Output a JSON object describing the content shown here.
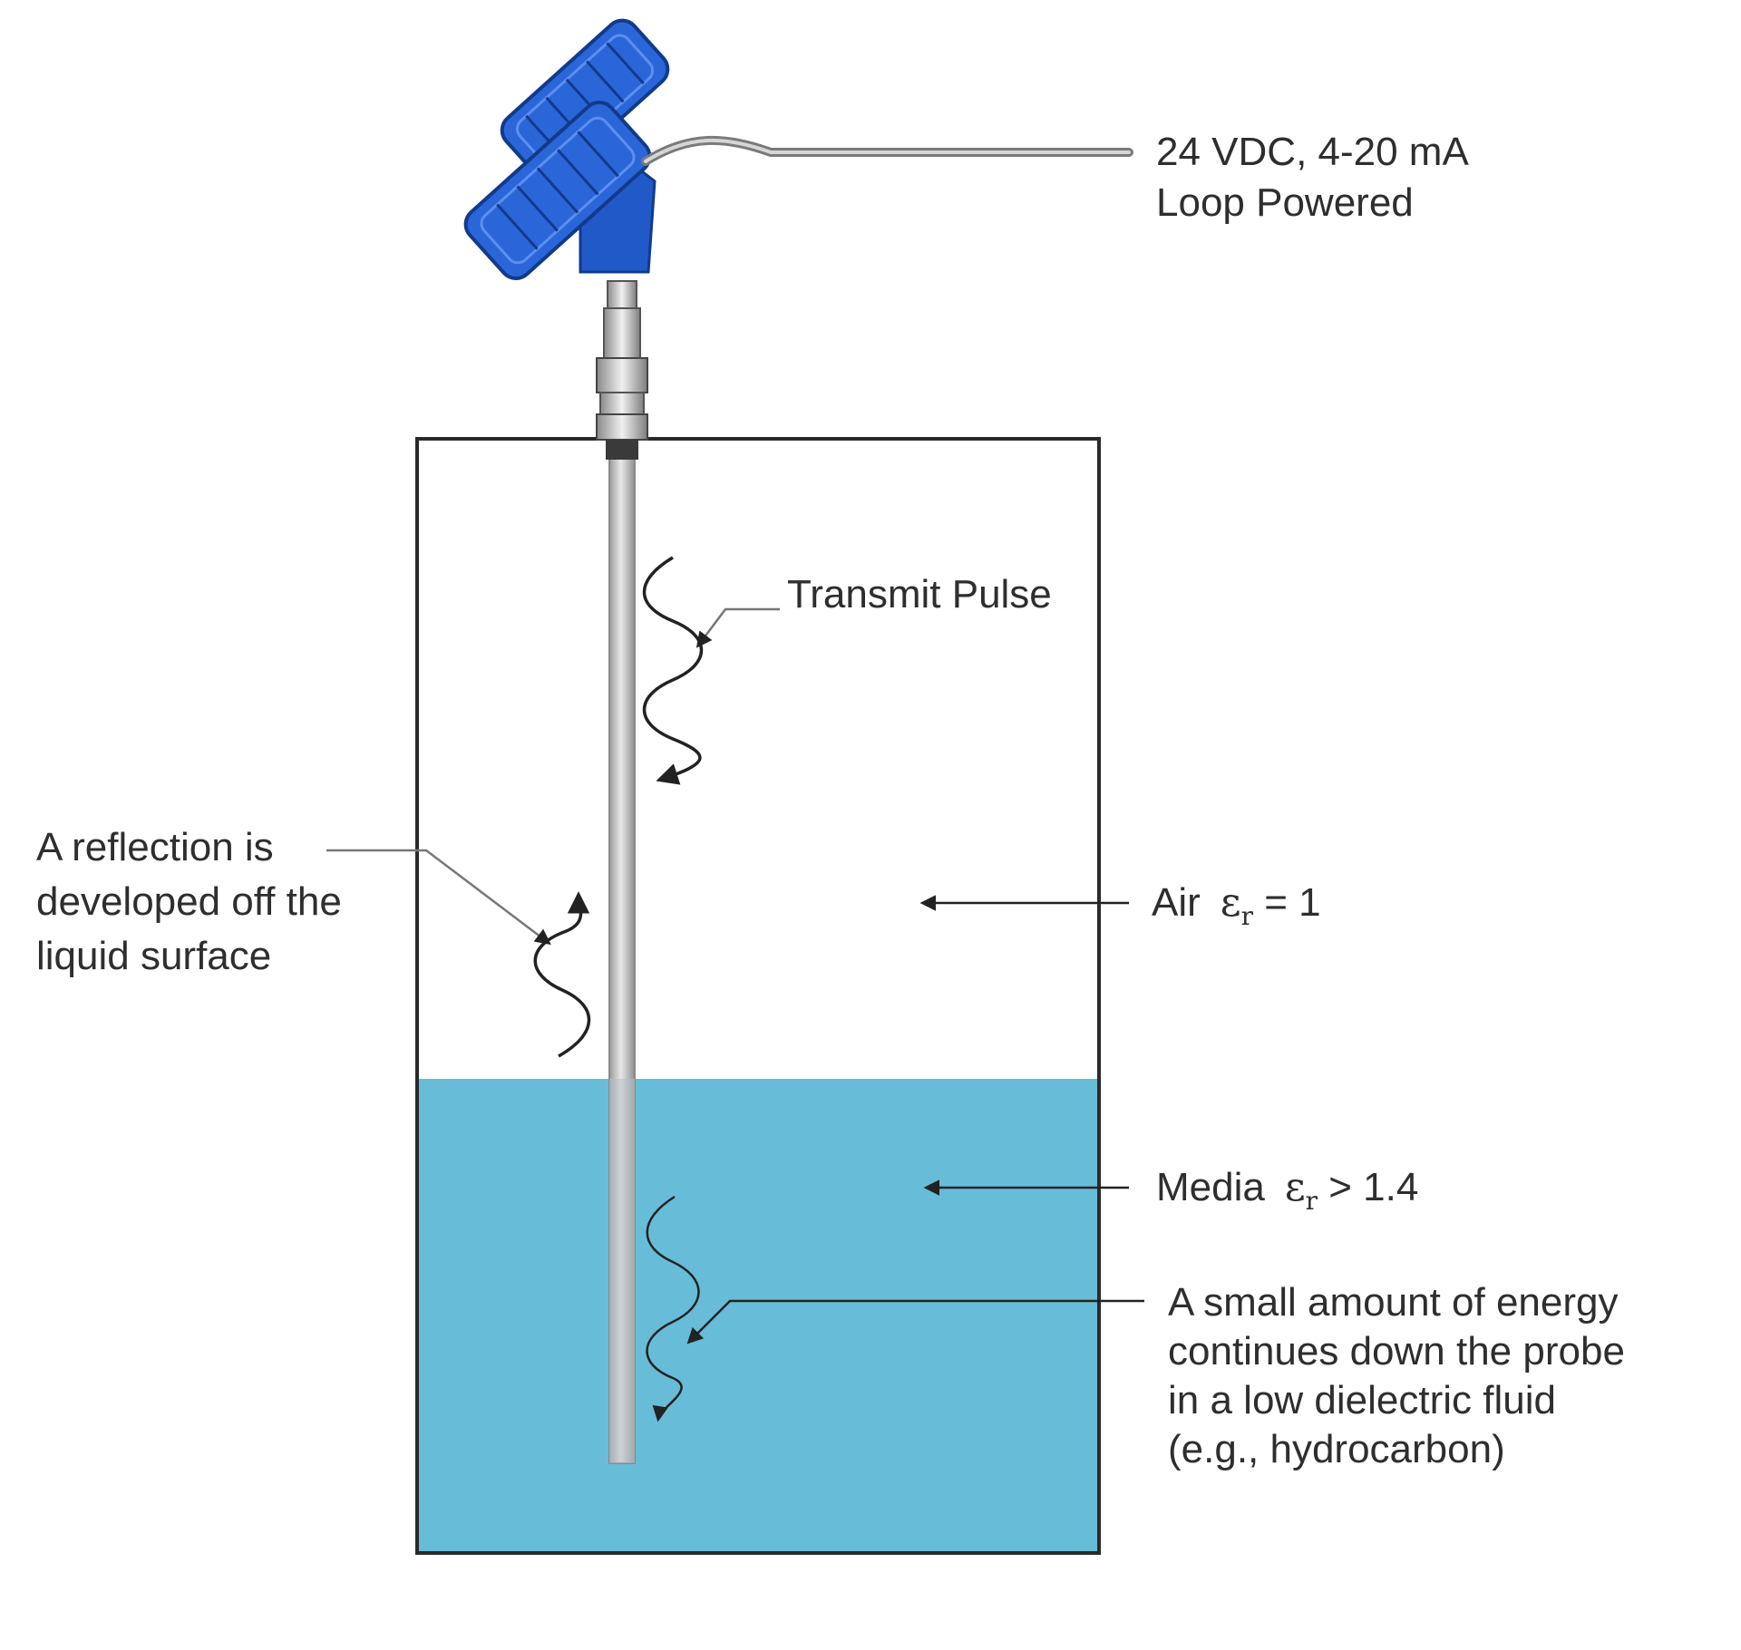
{
  "labels": {
    "power_line1": "24 VDC, 4-20 mA",
    "power_line2": "Loop Powered",
    "transmit_pulse": "Transmit Pulse",
    "reflection_line1": "A reflection is",
    "reflection_line2": "developed off the",
    "reflection_line3": "liquid surface",
    "air_name": "Air",
    "air_symbol": "ε",
    "air_subscript": "r",
    "air_value": " = 1",
    "media_name": "Media",
    "media_symbol": "ε",
    "media_subscript": "r",
    "media_value": " > 1.4",
    "energy_line1": "A small amount of energy",
    "energy_line2": "continues down the probe",
    "energy_line3": "in a low dielectric fluid",
    "energy_line4": "(e.g., hydrocarbon)"
  },
  "colors": {
    "liquid": "#67bcd8",
    "transmitter_housing": "#2159c9",
    "tank_outline": "#2a2a2a",
    "probe": "#c9c9c9",
    "text": "#2e2e2e"
  },
  "icons": {
    "transmitter": "radar-level-transmitter-icon"
  }
}
